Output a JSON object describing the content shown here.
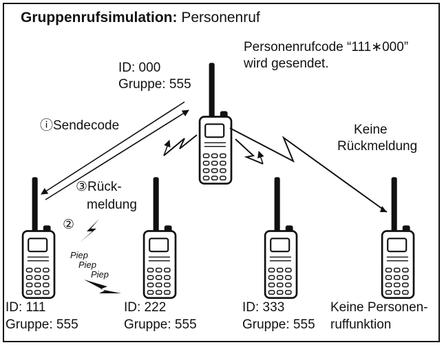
{
  "title": {
    "bold": "Gruppenrufsimulation:",
    "rest": " Personenruf"
  },
  "caller": {
    "id": "ID: 000",
    "group": "Gruppe: 555",
    "message_line1": "Personenrufcode “111∗000”",
    "message_line2": "wird gesendet."
  },
  "steps": {
    "send": "ⓘSendecode",
    "reply_line1": "③Rück-",
    "reply_line2": "meldung",
    "beep_step": "②"
  },
  "no_reply": {
    "line1": "Keine",
    "line2": "Rückmeldung"
  },
  "beeps": [
    "Piep",
    "Piep",
    "Piep"
  ],
  "receivers": [
    {
      "id": "ID: 111",
      "group": "Gruppe: 555"
    },
    {
      "id": "ID: 222",
      "group": "Gruppe: 555"
    },
    {
      "id": "ID: 333",
      "group": "Gruppe: 555"
    },
    {
      "id": "Keine Personen-",
      "group": "ruffunktion"
    }
  ]
}
